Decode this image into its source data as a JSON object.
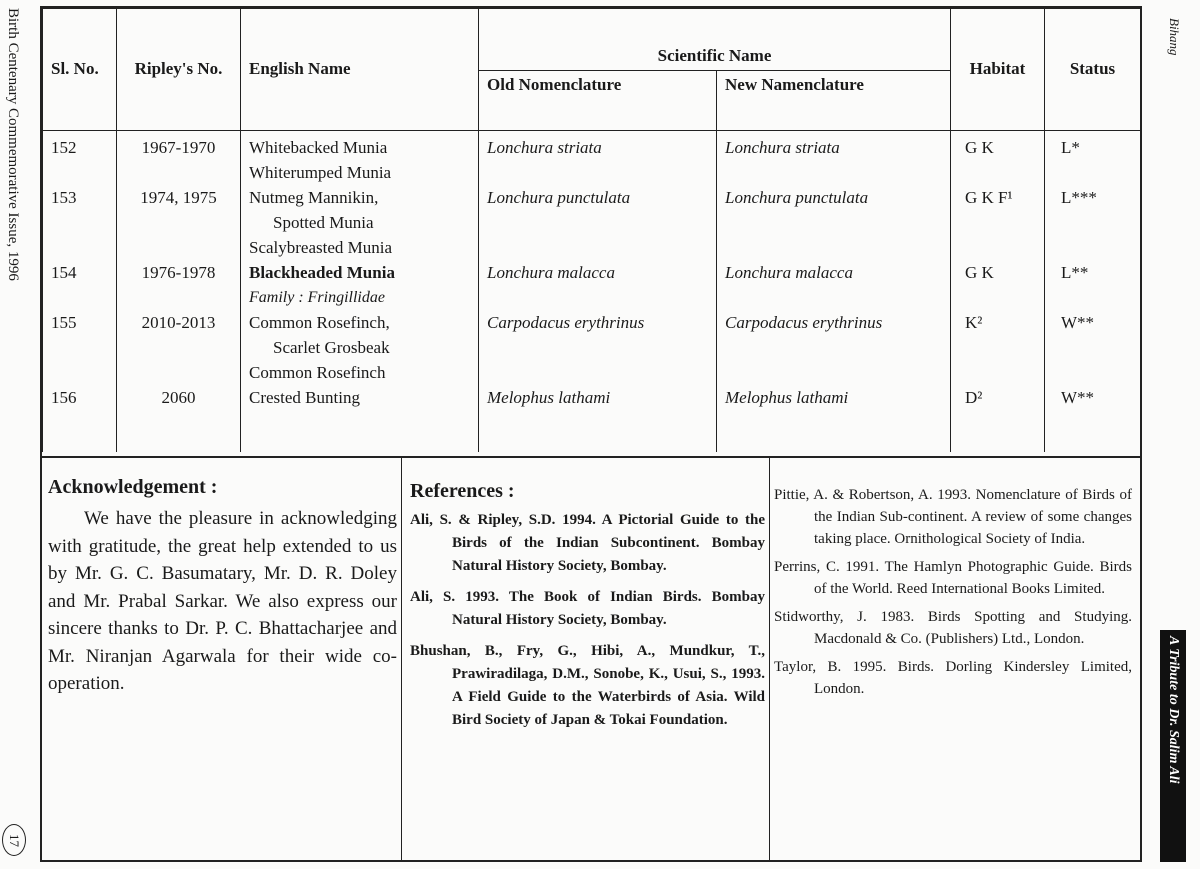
{
  "margin": {
    "left_running_head": "Birth Centenary Commemorative Issue, 1996",
    "page_number": "17",
    "right_signature": "Bihang",
    "right_band": "A Tribute to Dr. Salim Ali"
  },
  "table": {
    "headers": {
      "sl_no": "Sl. No.",
      "ripley_no": "Ripley's No.",
      "english_name": "English Name",
      "scientific_name": "Scientific Name",
      "old_nomenclature": "Old Nomenclature",
      "new_nomenclature": "New Namenclature",
      "habitat": "Habitat",
      "status": "Status"
    },
    "lines": [
      {
        "sl": "152",
        "ripley": "1967-1970",
        "english": "Whitebacked Munia",
        "old": "Lonchura striata",
        "new": "Lonchura striata",
        "habitat": "G K",
        "status": "L*"
      },
      {
        "sl": "",
        "ripley": "",
        "english": "Whiterumped Munia",
        "old": "",
        "new": "",
        "habitat": "",
        "status": ""
      },
      {
        "sl": "153",
        "ripley": "1974, 1975",
        "english": "Nutmeg Mannikin,",
        "old": "Lonchura punctulata",
        "new": "Lonchura punctulata",
        "habitat": "G K F¹",
        "status": "L***"
      },
      {
        "sl": "",
        "ripley": "",
        "english": "   Spotted Munia",
        "old": "",
        "new": "",
        "habitat": "",
        "status": ""
      },
      {
        "sl": "",
        "ripley": "",
        "english": "Scalybreasted Munia",
        "old": "",
        "new": "",
        "habitat": "",
        "status": ""
      },
      {
        "sl": "154",
        "ripley": "1976-1978",
        "english": "Blackheaded Munia",
        "old": "Lonchura malacca",
        "new": "Lonchura malacca",
        "habitat": "G K",
        "status": "L**"
      },
      {
        "sl": "",
        "ripley": "",
        "english": "Family : Fringillidae",
        "old": "",
        "new": "",
        "habitat": "",
        "status": "",
        "family": true
      },
      {
        "sl": "155",
        "ripley": "2010-2013",
        "english": "Common Rosefinch,",
        "old": "Carpodacus erythrinus",
        "new": "Carpodacus erythrinus",
        "habitat": "K²",
        "status": "W**"
      },
      {
        "sl": "",
        "ripley": "",
        "english": "   Scarlet Grosbeak",
        "old": "",
        "new": "",
        "habitat": "",
        "status": ""
      },
      {
        "sl": "",
        "ripley": "",
        "english": "Common Rosefinch",
        "old": "",
        "new": "",
        "habitat": "",
        "status": ""
      },
      {
        "sl": "156",
        "ripley": "2060",
        "english": "Crested Bunting",
        "old": "Melophus lathami",
        "new": "Melophus lathami",
        "habitat": "D²",
        "status": "W**"
      }
    ]
  },
  "acknowledgement": {
    "heading": "Acknowledgement :",
    "text": "We have the pleasure in acknowledging with gratitude, the great help extended to us by Mr. G. C. Basumatary, Mr. D. R. Doley and Mr. Prabal Sarkar. We also express our sincere thanks to Dr. P. C. Bhattacharjee and Mr. Niranjan Agarwala for their wide co-operation."
  },
  "references": {
    "heading": "References :",
    "col2": [
      "Ali, S. & Ripley, S.D. 1994. A Pictorial Guide to the Birds of the Indian Subcontinent. Bombay Natural History Society, Bombay.",
      "Ali, S. 1993. The Book of Indian Birds. Bombay Natural History Society, Bombay.",
      "Bhushan, B., Fry, G., Hibi, A., Mundkur, T., Prawiradilaga, D.M., Sonobe, K., Usui, S., 1993. A Field Guide to the Waterbirds of Asia. Wild Bird Society of Japan & Tokai Foundation."
    ],
    "col3": [
      "Pittie, A. & Robertson, A. 1993. Nomenclature of Birds of the Indian Sub-continent. A review of some changes taking place. Ornithological Society of India.",
      "Perrins, C. 1991. The Hamlyn Photographic Guide. Birds of the World. Reed International Books Limited.",
      "Stidworthy, J. 1983. Birds Spotting and Studying. Macdonald & Co. (Publishers) Ltd., London.",
      "Taylor, B. 1995. Birds. Dorling Kindersley Limited, London."
    ]
  }
}
